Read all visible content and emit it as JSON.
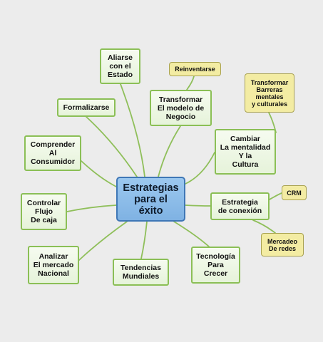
{
  "map": {
    "center": "Estrategias\npara el\néxito",
    "branches": {
      "aliarse": "Aliarse\ncon el\nEstado",
      "formalizarse": "Formalizarse",
      "transformar_modelo": "Transformar\nEl modelo de\nNegocio",
      "comprender": "Comprender\nAl\nConsumidor",
      "cambiar": "Cambiar\nLa mentalidad\nY la\nCultura",
      "controlar": "Controlar\nFlujo\nDe caja",
      "conexion": "Estrategia\nde conexión",
      "analizar": "Analizar\nEl mercado\nNacional",
      "tendencias": "Tendencias\nMundiales",
      "tecnologia": "Tecnología\nPara\nCrecer"
    },
    "sub_branches": {
      "reinventarse": "Reinventarse",
      "transformar_barreras": "Transformar\nBarreras\nmentales\ny culturales",
      "crm": "CRM",
      "mercadeo": "Mercadeo\nDe redes"
    },
    "colors": {
      "background": "#ececec",
      "branch_fill": "#f3f9ec",
      "branch_border": "#8bbf56",
      "sub_fill": "#f3eca3",
      "center_fill": "#8dbdea",
      "center_border": "#3f77b6",
      "link": "#8fbf5a"
    }
  }
}
